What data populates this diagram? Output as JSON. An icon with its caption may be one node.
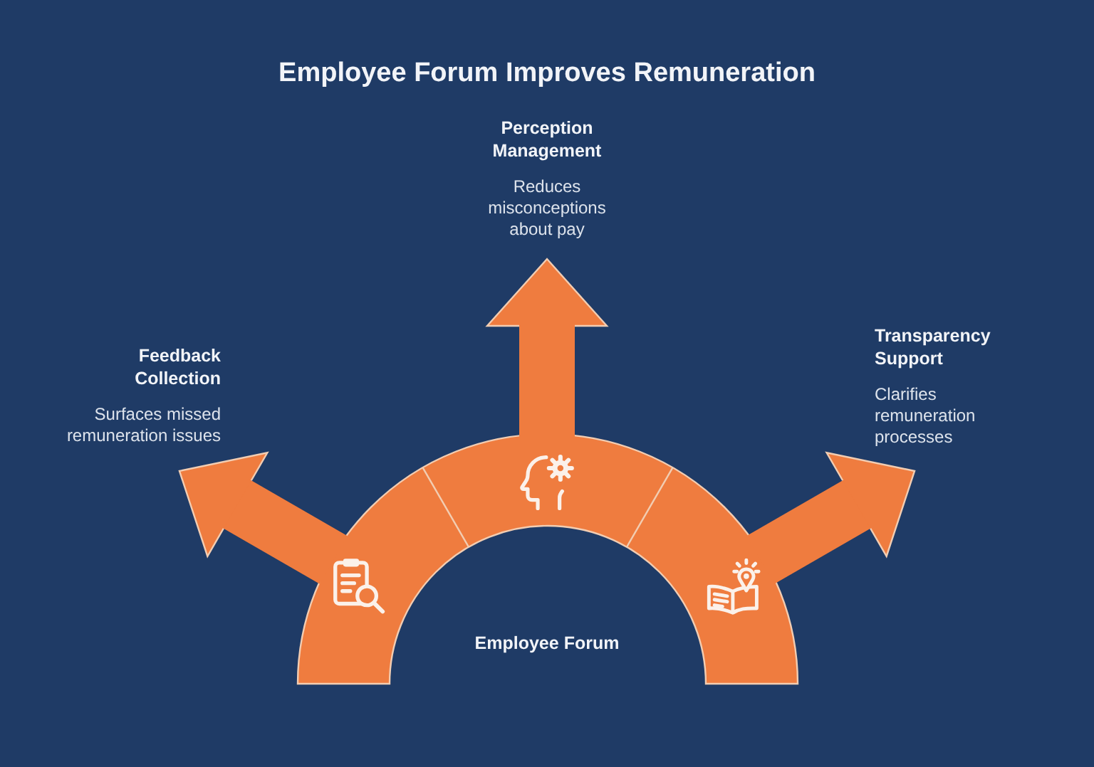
{
  "diagram": {
    "title": "Employee Forum Improves Remuneration",
    "nodes": [
      {
        "text": [
          "Feedback Collection",
          "Surfaces missed remuneration issues"
        ]
      },
      {
        "text": [
          "Perception Management",
          "Reduces misconceptions about pay"
        ]
      },
      {
        "text": [
          "Transparency Support",
          "Clarifies remuneration processes"
        ]
      },
      {
        "text": [
          "Employee Forum"
        ]
      }
    ],
    "edges": [
      {
        "from": 3,
        "to": 0,
        "arrow": "to"
      },
      {
        "from": 3,
        "to": 1,
        "arrow": "to"
      },
      {
        "from": 3,
        "to": 2,
        "arrow": "to"
      }
    ]
  }
}
